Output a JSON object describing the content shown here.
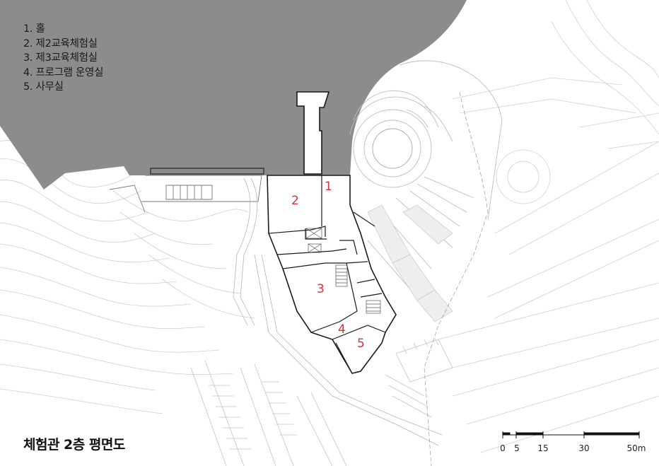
{
  "legend": {
    "items": [
      "1. 홀",
      "2. 제2교육체험실",
      "3. 제3교육체험실",
      "4. 프로그램 운영실",
      "5. 사무실"
    ]
  },
  "title": "체험관 2층 평면도",
  "rooms": [
    {
      "id": "1",
      "label": "1"
    },
    {
      "id": "2",
      "label": "2"
    },
    {
      "id": "3",
      "label": "3"
    },
    {
      "id": "4",
      "label": "4"
    },
    {
      "id": "5",
      "label": "5"
    }
  ],
  "scale_bar": {
    "labels": [
      "0",
      "5",
      "15",
      "30",
      "50m"
    ]
  },
  "colors": {
    "mass": "#8c8c8c",
    "room_label": "#d9303a",
    "line": "#c8c8c8",
    "wall": "#1a1a1a"
  }
}
